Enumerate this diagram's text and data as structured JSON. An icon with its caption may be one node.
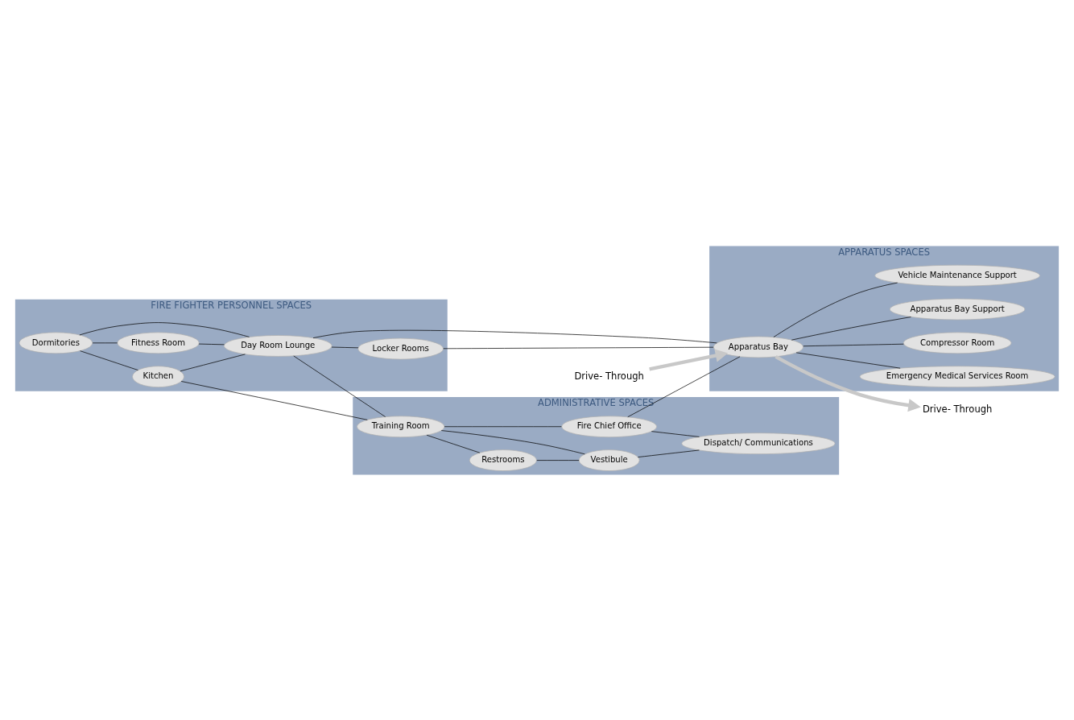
{
  "diagram": {
    "nodes": [
      {
        "text": [
          "FIRE FIGHTER PERSONNEL SPACES"
        ]
      },
      {
        "text": [
          "Dormitories"
        ],
        "in": 0
      },
      {
        "text": [
          "Fitness Room"
        ],
        "in": 0
      },
      {
        "text": [
          "Kitchen"
        ],
        "in": 0
      },
      {
        "text": [
          "Day Room Lounge"
        ],
        "in": 0
      },
      {
        "text": [
          "Locker Rooms"
        ],
        "in": 0
      },
      {
        "text": [
          "ADMINISTRATIVE SPACES"
        ]
      },
      {
        "text": [
          "Training Room"
        ],
        "in": 6
      },
      {
        "text": [
          "Fire Chief Office"
        ],
        "in": 6
      },
      {
        "text": [
          "Restrooms"
        ],
        "in": 6
      },
      {
        "text": [
          "Dispatch/ Communications"
        ],
        "in": 6
      },
      {
        "text": [
          "Vestibule"
        ],
        "in": 6
      },
      {
        "text": [
          "APPARATUS SPACES"
        ]
      },
      {
        "text": [
          "Drive- Through"
        ]
      },
      {
        "text": [
          "Apparatus Bay"
        ],
        "in": 12
      },
      {
        "text": [
          "Emergency Medical Services Room"
        ],
        "in": 12
      },
      {
        "text": [
          "Compressor Room"
        ],
        "in": 12
      },
      {
        "text": [
          "Apparatus Bay Support"
        ],
        "in": 12
      },
      {
        "text": [
          "Vehicle Maintenance Support"
        ],
        "in": 12
      },
      {
        "text": [
          "Drive- Through"
        ]
      }
    ],
    "edges": [
      {
        "from": 1,
        "to": 2,
        "arrow": "none"
      },
      {
        "from": 1,
        "to": 3,
        "arrow": "none"
      },
      {
        "from": 1,
        "to": 4,
        "arrow": "none"
      },
      {
        "from": 2,
        "to": 4,
        "arrow": "none"
      },
      {
        "from": 3,
        "to": 4,
        "arrow": "none"
      },
      {
        "from": 4,
        "to": 5,
        "arrow": "none"
      },
      {
        "from": 5,
        "to": 14,
        "arrow": "none"
      },
      {
        "from": 4,
        "to": 14,
        "arrow": "none"
      },
      {
        "from": 3,
        "to": 7,
        "arrow": "none"
      },
      {
        "from": 4,
        "to": 7,
        "arrow": "none"
      },
      {
        "from": 7,
        "to": 8,
        "arrow": "none"
      },
      {
        "from": 8,
        "to": 14,
        "arrow": "none"
      },
      {
        "from": 8,
        "to": 10,
        "arrow": "none"
      },
      {
        "from": 7,
        "to": 9,
        "arrow": "none"
      },
      {
        "from": 7,
        "to": 11,
        "arrow": "none"
      },
      {
        "from": 9,
        "to": 11,
        "arrow": "none"
      },
      {
        "from": 11,
        "to": 10,
        "arrow": "none"
      },
      {
        "from": 14,
        "to": 15,
        "arrow": "none"
      },
      {
        "from": 14,
        "to": 16,
        "arrow": "none"
      },
      {
        "from": 14,
        "to": 17,
        "arrow": "none"
      },
      {
        "from": 14,
        "to": 18,
        "arrow": "none"
      },
      {
        "from": 13,
        "to": 14,
        "arrow": "to",
        "style": "thick",
        "color": "#c8c8c8"
      },
      {
        "from": 14,
        "to": 19,
        "arrow": "to",
        "style": "thick",
        "color": "#c8c8c8"
      }
    ]
  }
}
